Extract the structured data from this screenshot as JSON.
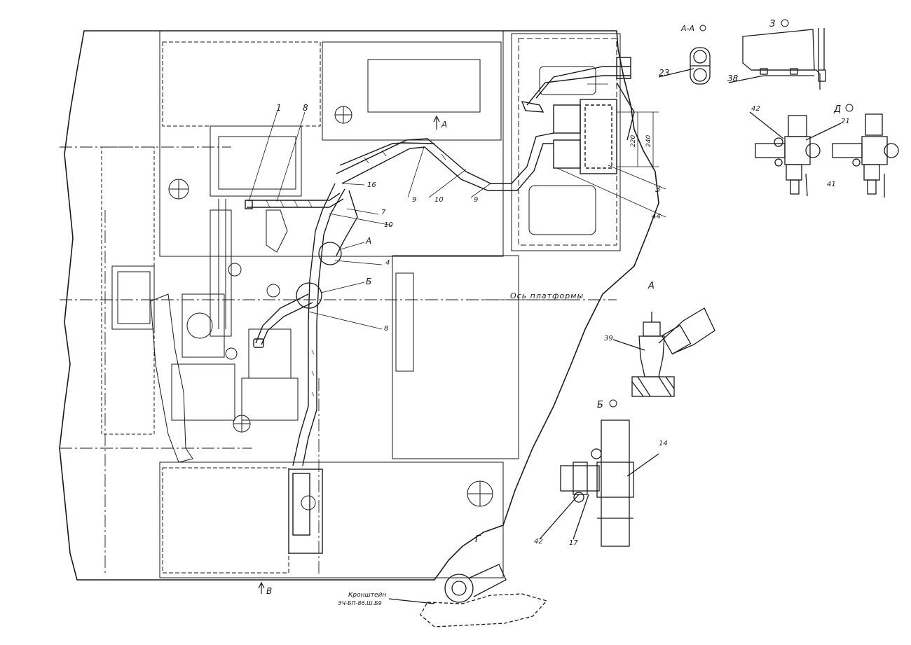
{
  "labels": {
    "n1": "1",
    "n8a": "8",
    "n16": "16",
    "n7": "7",
    "n10a": "10",
    "nA": "А",
    "n4": "4",
    "nB": "Б",
    "n8b": "8",
    "n9a": "9",
    "n10b": "10",
    "n9b": "9",
    "n3": "3",
    "n44": "44",
    "arrowA": "А",
    "arrowV": "В",
    "axis": "Ось платформы",
    "dim220": "220",
    "dim240": "240",
    "view_AA": "А-А",
    "n23": "23",
    "view_Z": "З",
    "n38": "38",
    "view_D": "Д",
    "n42a": "42",
    "n21": "21",
    "n41": "41",
    "view_A": "А",
    "n39": "39",
    "view_B": "Б",
    "n14": "14",
    "n42b": "42",
    "n17": "17",
    "view_G": "Г",
    "bracket_title": "Кронштейн",
    "bracket_code": "ЭЧ-БП-86.Ш.Б9"
  }
}
